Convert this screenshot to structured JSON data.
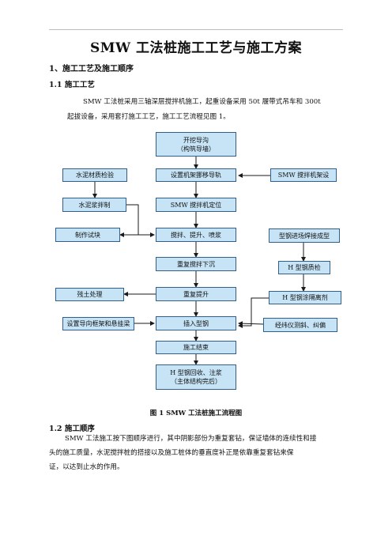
{
  "document": {
    "title": "SMW 工法桩施工工艺与施工方案",
    "section1_heading": "1、施工工艺及施工顺序",
    "section11_heading": "1.1  施工工艺",
    "section11_line1": "SMW 工法桩采用三轴深层搅拌机施工，起重设备采用 50t 履带式吊车和 300t",
    "section11_line2": "起拔设备，采用套打施工工艺，施工工艺流程见图 1。",
    "figure_caption": "图 1 SMW 工法桩施工流程图",
    "section12_heading": "1.2    施工顺序",
    "section12_line1": "SMW 工法施工按下图顺序进行，其中阴影部份为重复套钻，保证墙体的连续性和接",
    "section12_line2": "头的施工质量，水泥搅拌桩的搭接以及施工桩体的垂直度补正是依靠重复套钻来保",
    "section12_line3": "证，以达到止水的作用。"
  },
  "flowchart": {
    "box_fill": "#c6e4f6",
    "box_border": "#2f5f8a",
    "excavate": "开挖导沟\n（构筑导墙）",
    "rail": "设置机架挪移导轨",
    "cement_check": "水泥材质检验",
    "machine_setup": "SMW 搅拌机架设",
    "grout_mix": "水泥浆拌制",
    "positioning": "SMW 搅拌机定位",
    "test_block": "制作试块",
    "stir_lift": "搅拌、提升、喷浆",
    "steel_weld": "型钢进场焊接成型",
    "repeat_sink": "重复搅拌下沉",
    "steel_check": "H 型钢质检",
    "soil": "残土处理",
    "repeat_lift": "重复提升",
    "coat": "H 型钢涂隔离剂",
    "guide_frame": "设置导向框架和悬挂梁",
    "insert": "插入型钢",
    "theodolite": "经纬仪测斜、纠偏",
    "finish": "施工结束",
    "recover": "H 型钢回收、注浆\n（主体结构完后）"
  }
}
